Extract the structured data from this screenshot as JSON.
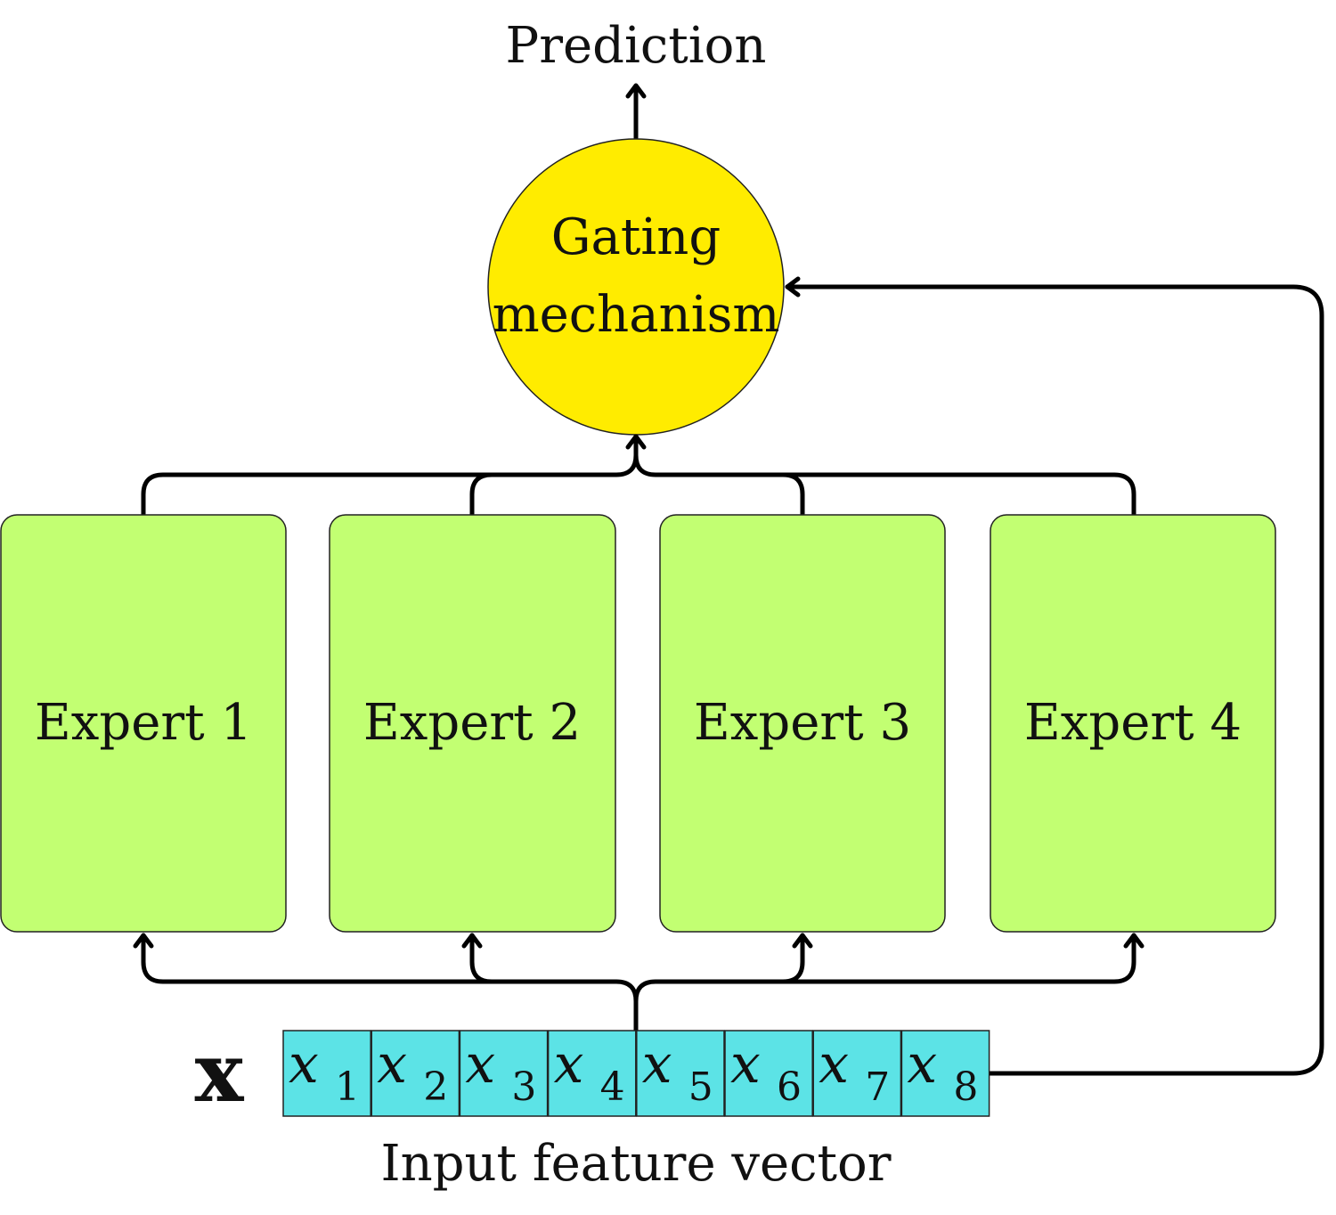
{
  "output": {
    "label": "Prediction"
  },
  "gate": {
    "line1": "Gating",
    "line2": "mechanism",
    "fill": "#FFEC00"
  },
  "experts": {
    "fill": "#C2FF72",
    "items": [
      {
        "label": "Expert 1"
      },
      {
        "label": "Expert 2"
      },
      {
        "label": "Expert 3"
      },
      {
        "label": "Expert 4"
      }
    ]
  },
  "input": {
    "symbol": "x",
    "caption": "Input feature vector",
    "cell_fill": "#5CE3E6",
    "cells": [
      {
        "var": "x",
        "sub": "1"
      },
      {
        "var": "x",
        "sub": "2"
      },
      {
        "var": "x",
        "sub": "3"
      },
      {
        "var": "x",
        "sub": "4"
      },
      {
        "var": "x",
        "sub": "5"
      },
      {
        "var": "x",
        "sub": "6"
      },
      {
        "var": "x",
        "sub": "7"
      },
      {
        "var": "x",
        "sub": "8"
      }
    ]
  }
}
